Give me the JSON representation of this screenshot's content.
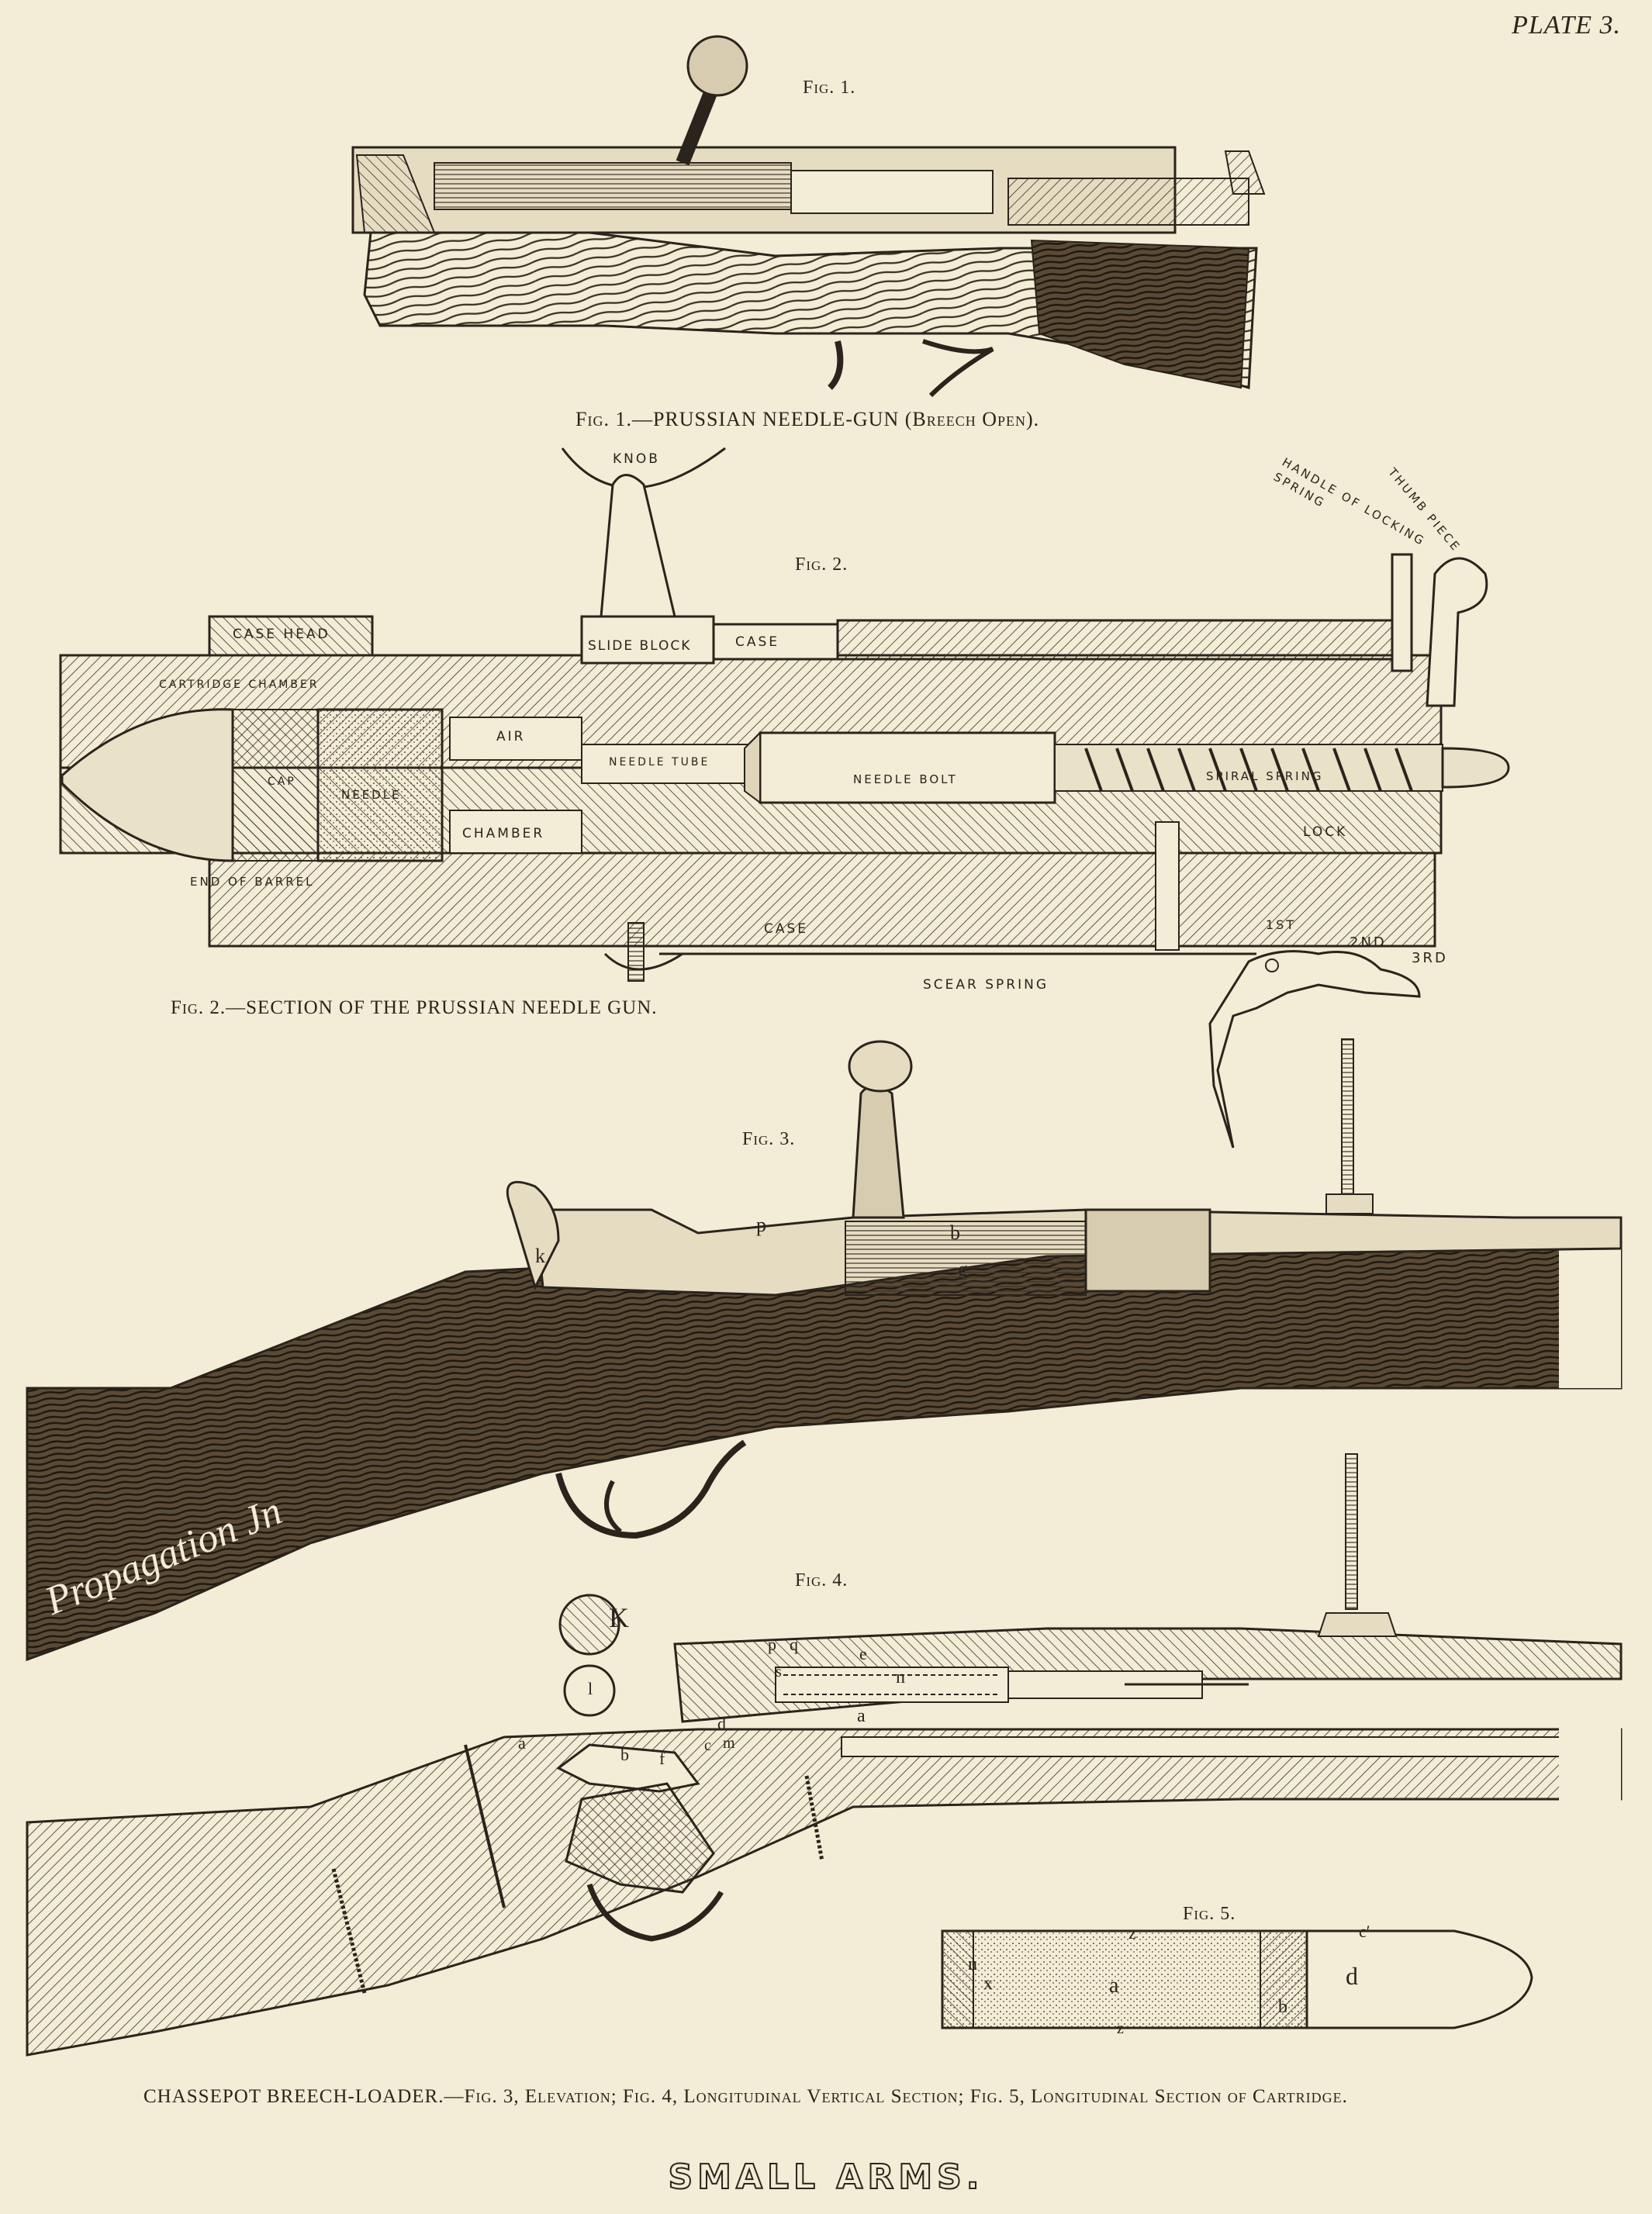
{
  "plate": "PLATE 3.",
  "fig1": {
    "label": "Fig. 1.",
    "caption": "Fig. 1.—PRUSSIAN NEEDLE-GUN (Breech Open)."
  },
  "fig2": {
    "label": "Fig. 2.",
    "caption": "Fig. 2.—SECTION OF THE PRUSSIAN NEEDLE GUN.",
    "parts": {
      "knob": "KNOB",
      "thumbpiece": "THUMB PIECE",
      "handle": "HANDLE OF LOCKING SPRING",
      "case_head": "CASE HEAD",
      "cartridge_chamber": "CARTRIDGE CHAMBER",
      "slide_block": "SLIDE BLOCK",
      "case_top": "CASE",
      "air": "AIR",
      "needle_tube": "NEEDLE TUBE",
      "needle_bolt": "NEEDLE BOLT",
      "spiral_spring": "SPIRAL SPRING",
      "cap": "CAP",
      "needle": "NEEDLE",
      "chamber": "CHAMBER",
      "lock": "LOCK",
      "end_of_barrel": "END OF BARREL",
      "case_bottom": "CASE",
      "scear_spring": "SCEAR SPRING",
      "first": "1ST",
      "second": "2ND",
      "third": "3RD"
    }
  },
  "fig3": {
    "label": "Fig. 3.",
    "letters": {
      "k": "k",
      "p": "p",
      "b": "b",
      "g": "g"
    },
    "signature": "Propagation Jn"
  },
  "fig4": {
    "label": "Fig. 4.",
    "letters": {
      "K": "K",
      "p": "p",
      "q": "q",
      "e": "e",
      "s": "s",
      "n": "n",
      "l": "l",
      "a_bolt": "a",
      "d": "d",
      "m": "m",
      "c": "c",
      "b": "b",
      "f": "f",
      "a_trigger": "a"
    }
  },
  "fig5": {
    "label": "Fig. 5.",
    "letters": {
      "z_top": "z",
      "c_prime": "c′",
      "n": "n",
      "x": "x",
      "a": "a",
      "b": "b",
      "d": "d",
      "z_bottom": "z"
    }
  },
  "caption_bottom": "CHASSEPOT BREECH-LOADER.—Fig. 3, Elevation; Fig. 4, Longitudinal Vertical Section; Fig. 5, Longitudinal Section of Cartridge.",
  "title": "SMALL ARMS."
}
